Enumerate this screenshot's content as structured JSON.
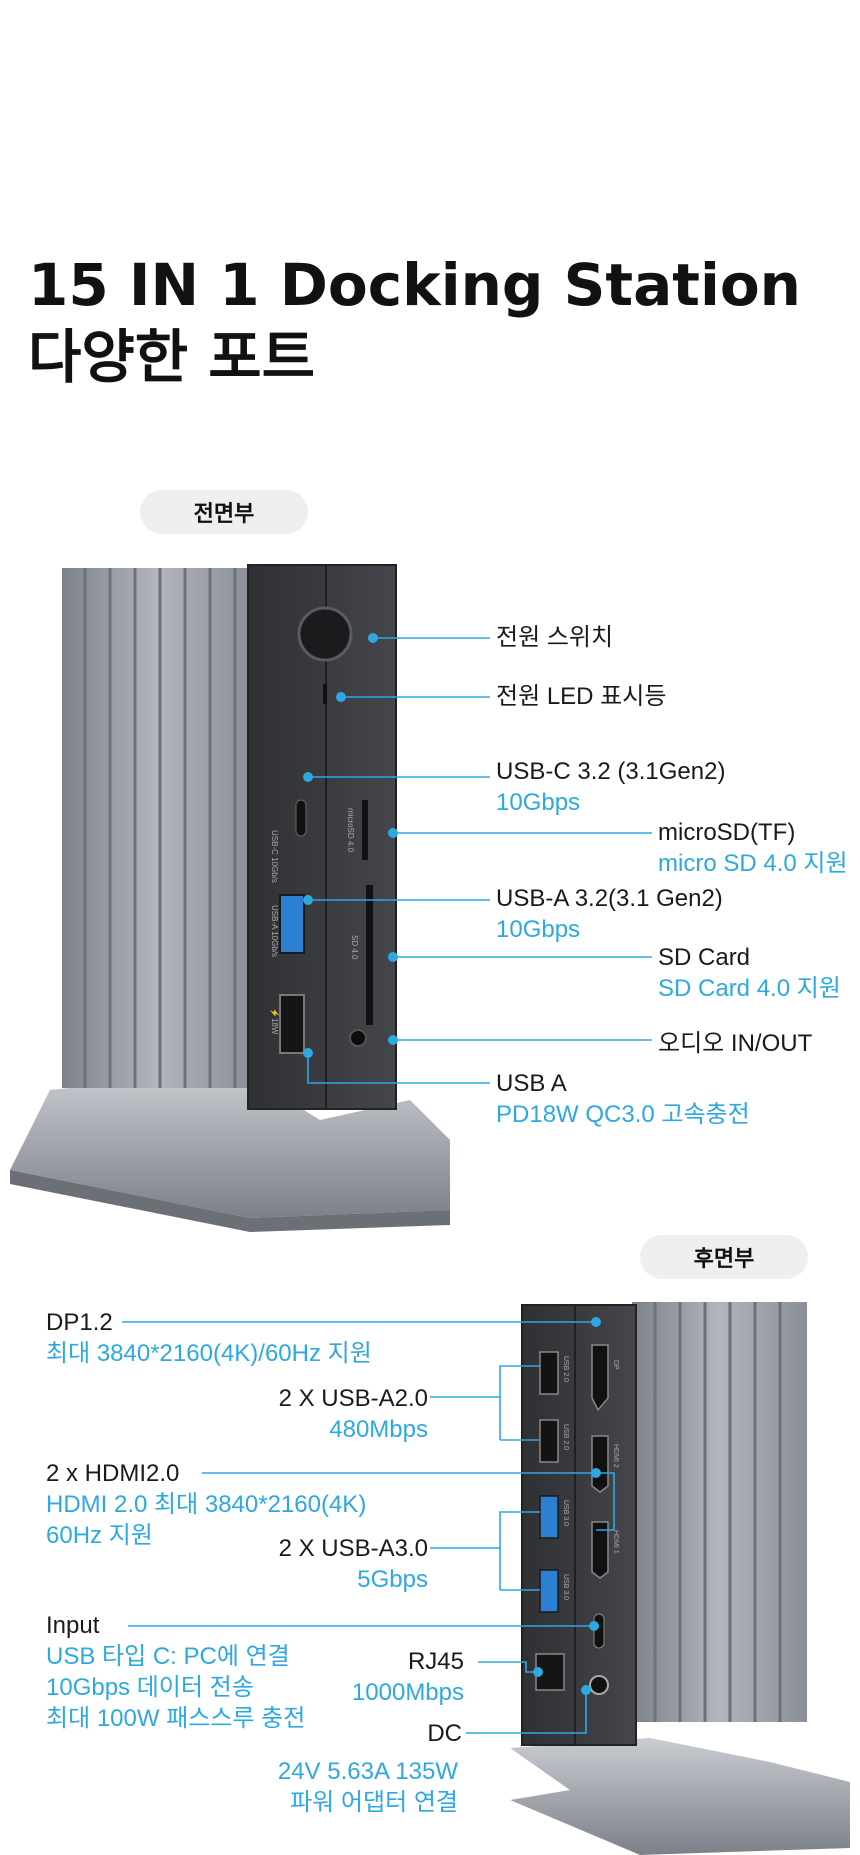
{
  "title_line1": "15 IN 1 Docking Station",
  "title_line2": "다양한 포트",
  "front": {
    "label": "전면부",
    "callouts": [
      {
        "key": "전원 스위치",
        "sub": ""
      },
      {
        "key": "전원 LED 표시등",
        "sub": ""
      },
      {
        "key": "USB-C 3.2 (3.1Gen2)",
        "sub": "10Gbps"
      },
      {
        "key": "microSD(TF)",
        "sub": "micro SD 4.0 지원"
      },
      {
        "key": "USB-A 3.2(3.1 Gen2)",
        "sub": "10Gbps"
      },
      {
        "key": "SD Card",
        "sub": "SD Card 4.0 지원"
      },
      {
        "key": "오디오 IN/OUT",
        "sub": ""
      },
      {
        "key": "USB A",
        "sub": "PD18W QC3.0 고속충전"
      }
    ],
    "port_texts": {
      "usbc": "USB-C 10Gb/s",
      "microsd": "microSD 4.0",
      "sd": "SD 4.0",
      "usba": "USB-A 10Gb/s",
      "charge": "⚡18W"
    }
  },
  "back": {
    "label": "후면부",
    "callouts": [
      {
        "key": "DP1.2",
        "sub": "최대 3840*2160(4K)/60Hz 지원"
      },
      {
        "key": "2 X USB-A2.0",
        "sub": "480Mbps"
      },
      {
        "key": "2 x HDMI2.0",
        "sub": "HDMI 2.0 최대 3840*2160(4K)",
        "sub2": "60Hz 지원"
      },
      {
        "key": "2 X USB-A3.0",
        "sub": "5Gbps"
      },
      {
        "key": "Input",
        "sub": "USB 타입 C: PC에 연결",
        "sub2": "10Gbps 데이터 전송",
        "sub3": "최대 100W 패스스루 충전"
      },
      {
        "key": "RJ45",
        "sub": "1000Mbps"
      },
      {
        "key": "DC",
        "sub": ""
      },
      {
        "key": "",
        "sub": "24V 5.63A 135W",
        "sub2": "파워 어댑터 연결"
      }
    ],
    "port_texts": {
      "dp": "DP",
      "hdmi2": "HDMI 2",
      "hdmi1": "HDMI 1",
      "usb20a": "USB 2.0",
      "usb20b": "USB 2.0",
      "usb30a": "USB 3.0",
      "usb30b": "USB 3.0"
    }
  },
  "colors": {
    "accent": "#2da8e0",
    "body": "#8e929a",
    "panel": "#3a3b3f"
  }
}
